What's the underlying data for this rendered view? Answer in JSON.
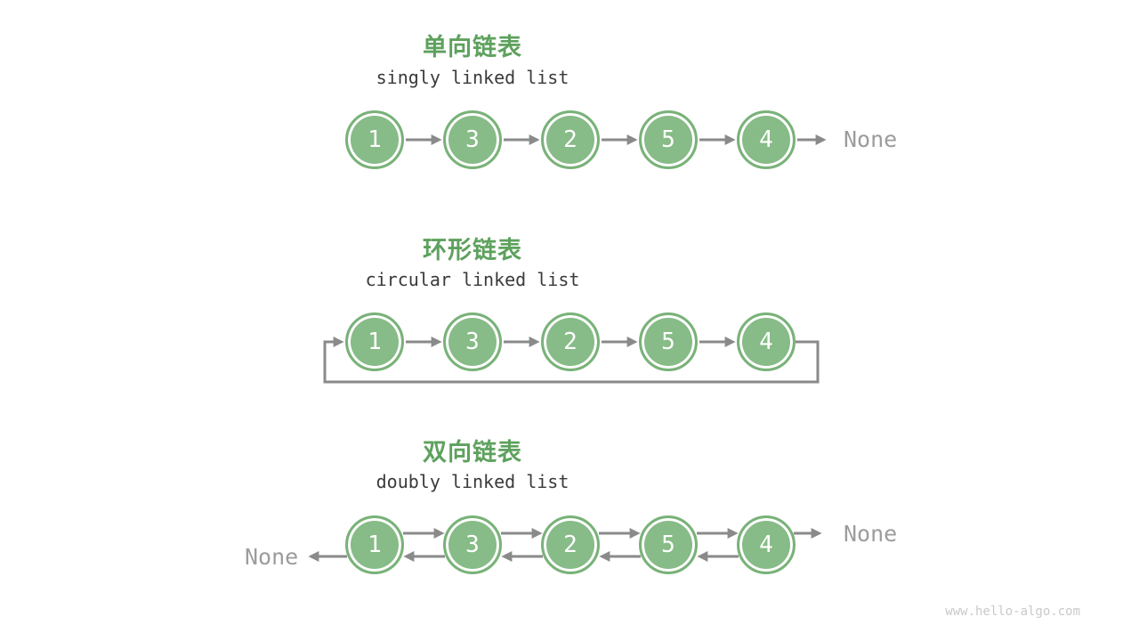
{
  "page": {
    "watermark": "www.hello-algo.com"
  },
  "colors": {
    "node_fill": "#87bb87",
    "node_ring": "#79b279",
    "title_green": "#5ea15e",
    "arrow_gray": "#8a8a8a",
    "none_gray": "#9c9c9c",
    "subtitle_dark": "#3a3a3a",
    "watermark_gray": "#c9c9c9"
  },
  "sections": [
    {
      "id": "singly",
      "title": "单向链表",
      "subtitle": "singly linked list",
      "nodes": [
        "1",
        "3",
        "2",
        "5",
        "4"
      ],
      "tail_label": "None"
    },
    {
      "id": "circular",
      "title": "环形链表",
      "subtitle": "circular linked list",
      "nodes": [
        "1",
        "3",
        "2",
        "5",
        "4"
      ]
    },
    {
      "id": "doubly",
      "title": "双向链表",
      "subtitle": "doubly linked list",
      "nodes": [
        "1",
        "3",
        "2",
        "5",
        "4"
      ],
      "head_label": "None",
      "tail_label": "None"
    }
  ]
}
